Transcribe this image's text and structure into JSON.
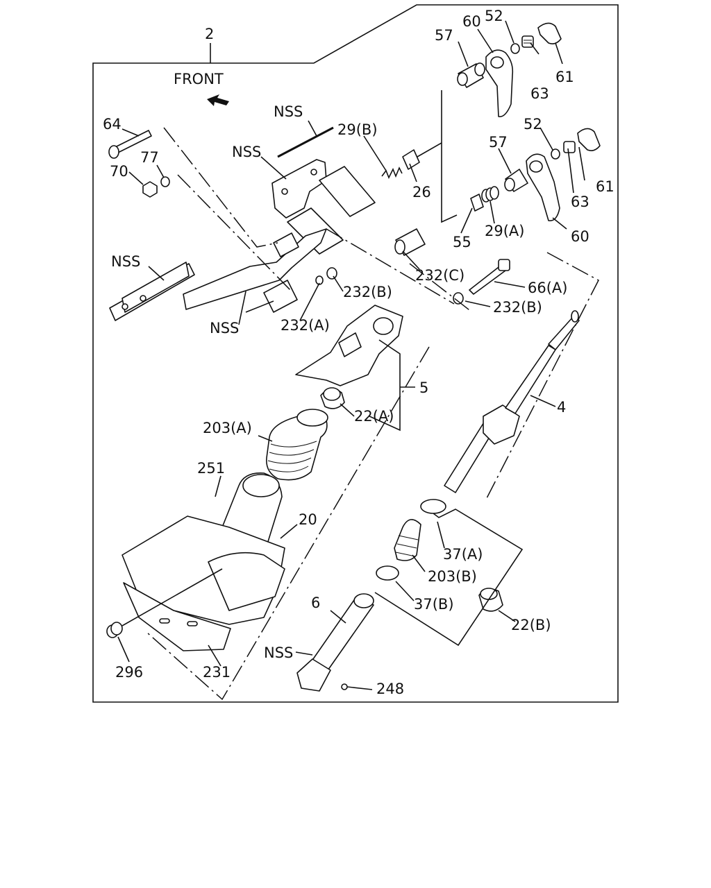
{
  "diagram": {
    "labels": {
      "front": "FRONT",
      "l2": "2",
      "l57a": "57",
      "l60a": "60",
      "l52a": "52",
      "l63a": "63",
      "l61a": "61",
      "l64": "64",
      "l77": "77",
      "l70": "70",
      "nss_rod": "NSS",
      "l29b": "29(B)",
      "nss_bracket": "NSS",
      "l26": "26",
      "l52b": "52",
      "l57b": "57",
      "l61b": "61",
      "l63b": "63",
      "l55": "55",
      "l29a": "29(A)",
      "l60b": "60",
      "nss_left": "NSS",
      "l232c": "232(C)",
      "l66a": "66(A)",
      "l232b1": "232(B)",
      "l232b2": "232(B)",
      "nss_plates": "NSS",
      "l232a": "232(A)",
      "l5": "5",
      "l22a": "22(A)",
      "l4": "4",
      "l203a": "203(A)",
      "l251": "251",
      "l20": "20",
      "l37a": "37(A)",
      "l203b": "203(B)",
      "l37b": "37(B)",
      "l6": "6",
      "l22b": "22(B)",
      "nss_clamp": "NSS",
      "l248": "248",
      "l296": "296",
      "l231": "231"
    }
  }
}
